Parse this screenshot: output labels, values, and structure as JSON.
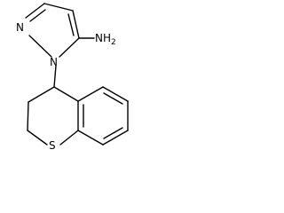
{
  "molecule": {
    "atoms": {
      "n_ring_left": "N",
      "n_ring_bottom": "N",
      "amine": "NH",
      "amine_subscript": "2",
      "sulfur": "S"
    }
  },
  "colors": {
    "bond": "#000000",
    "label": "#000000",
    "background": "#ffffff"
  }
}
